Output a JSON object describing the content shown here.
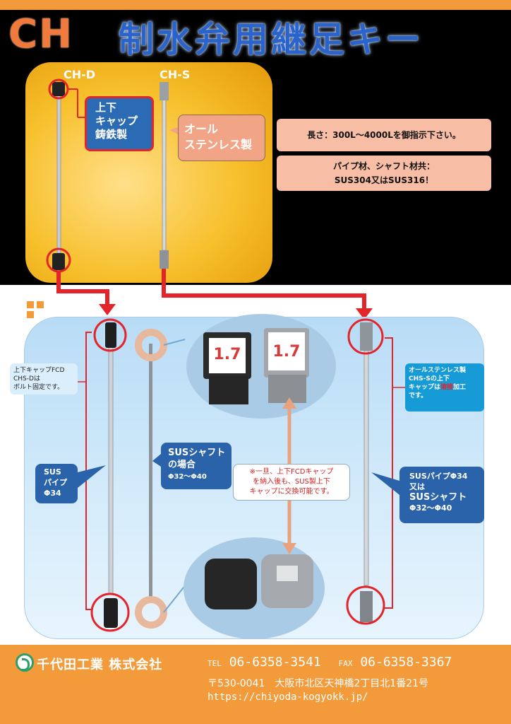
{
  "header": {
    "logo": "CH",
    "title": "制水弁用継足キー"
  },
  "variants": {
    "chd_label": "CH-D",
    "chs_label": "CH-S"
  },
  "callouts": {
    "cast_iron": [
      "上下",
      "キャップ",
      "鋳鉄製"
    ],
    "stainless": [
      "オール",
      "ステンレス製"
    ]
  },
  "info": {
    "length": "長さ：300L～4000Lを御指示下さい。",
    "material_line1": "パイプ材、シャフト材共：",
    "material_line2": "SUS304又はSUS316！"
  },
  "detail": {
    "note_left": [
      "上下キャップFCD",
      "CHS-Dは",
      "ボルト固定です。"
    ],
    "note_right_pre": "オールステンレス製",
    "note_right_line2": "CHS-Sの上下",
    "note_right_line3_a": "キャップは",
    "note_right_line3_warn": "溶接",
    "note_right_line3_b": "加工",
    "note_right_line4": "です。",
    "sus_pipe_left": [
      "SUS",
      "パイプ",
      "Φ34"
    ],
    "sus_shaft": [
      "SUSシャフト",
      "の場合",
      "Φ32～Φ40"
    ],
    "replace_note": [
      "※一旦、上下FCDキャップ",
      "を納入後も、SUS製上下",
      "キャップに交換可能です。"
    ],
    "sus_pipe_right": [
      "SUSパイプΦ34",
      "又は",
      "SUSシャフト",
      "Φ32～Φ40"
    ],
    "cap_marking": "1.7"
  },
  "footer": {
    "company": "千代田工業 株式会社",
    "tel_label": "TEL",
    "tel": "06-6358-3541",
    "fax_label": "FAX",
    "fax": "06-6358-3367",
    "address": "〒530-0041　大阪市北区天神橋2丁目北1番21号",
    "url": "https://chiyoda-kogyokk.jp/"
  },
  "colors": {
    "brand_orange": "#f39a3a",
    "title_blue": "#2a63c9",
    "highlight_red": "#e3242b"
  }
}
